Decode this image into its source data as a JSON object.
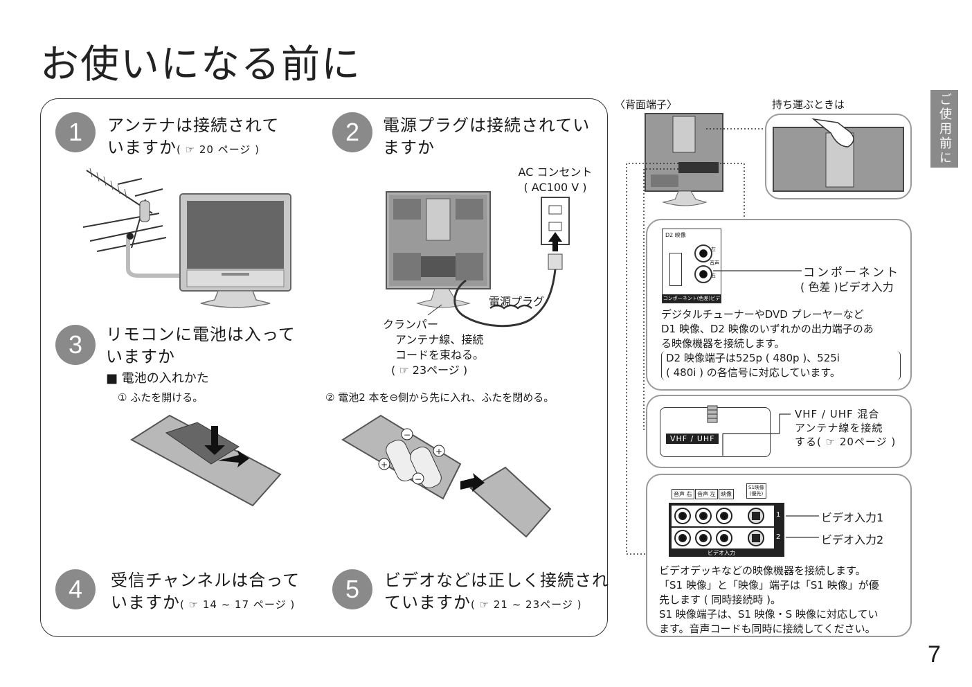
{
  "title": "お使いになる前に",
  "side_tab": "ご使用前に",
  "page_number": "7",
  "steps": [
    {
      "num": "1",
      "line1": "アンテナは接続されて",
      "line2": "いますか",
      "ref": "( ☞ 20 ページ )"
    },
    {
      "num": "2",
      "line1": "電源プラグは接続されてい",
      "line2": "ますか"
    },
    {
      "num": "3",
      "line1": "リモコンに電池は入って",
      "line2": "いますか"
    },
    {
      "num": "4",
      "line1": "受信チャンネルは合って",
      "line2": "いますか",
      "ref": "( ☞ 14 ~ 17 ページ )"
    },
    {
      "num": "5",
      "line1": "ビデオなどは正しく接続され",
      "line2": "ていますか",
      "ref": "( ☞ 21 ~ 23ページ )"
    }
  ],
  "outlet": {
    "line1": "AC コンセント",
    "line2": "( AC100 V )"
  },
  "plug_label": "電源プラグ",
  "clamper": {
    "line1": "クランパー",
    "line2": "アンテナ線、接続",
    "line3": "コードを束ねる。",
    "line4": "( ☞ 23ページ )"
  },
  "battery": {
    "heading": "■ 電池の入れかた",
    "step1": "① ふたを開ける。",
    "step2": "② 電池2 本を⊖側から先に入れ、ふたを閉める。"
  },
  "rear": {
    "label": "〈背面端子〉",
    "carry": "持ち運ぶときは"
  },
  "component": {
    "jack_top": "D2 映像",
    "jack_bottom": "コンポーネント(色差)ビデオ入力",
    "audio_l": "左",
    "audio_mid": "音声",
    "audio_r": "右",
    "label1": "コンポーネント",
    "label2": "( 色差 )ビデオ入力",
    "desc1": "デジタルチューナーやDVD プレーヤーなど",
    "desc2": "D1 映像、D2 映像のいずれかの出力端子のあ",
    "desc3": "る映像機器を接続します。",
    "note1": "D2 映像端子は525p ( 480p )、525i",
    "note2": "( 480i ) の各信号に対応しています。"
  },
  "vhf": {
    "jack": "VHF / UHF",
    "label1": "VHF / UHF 混合",
    "label2": "アンテナ線を接続",
    "label3": "する( ☞ 20ページ )"
  },
  "video": {
    "tags": [
      "音声 右",
      "音声 左",
      "映像"
    ],
    "s1_tag1": "S1映像",
    "s1_tag2": "(優先)",
    "row1": "1",
    "row2": "2",
    "bottom": "ビデオ入力",
    "in1": "ビデオ入力1",
    "in2": "ビデオ入力2",
    "desc1": "ビデオデッキなどの映像機器を接続します。",
    "desc2": "「S1 映像」と「映像」端子は「S1 映像」が優",
    "desc3": "先します ( 同時接続時 )。",
    "desc4": "S1 映像端子は、S1 映像・S 映像に対応してい",
    "desc5": "ます。音声コードも同時に接続してください。"
  },
  "colors": {
    "accent_gray": "#8a8a8a",
    "panel_border": "#9a9a9a"
  }
}
